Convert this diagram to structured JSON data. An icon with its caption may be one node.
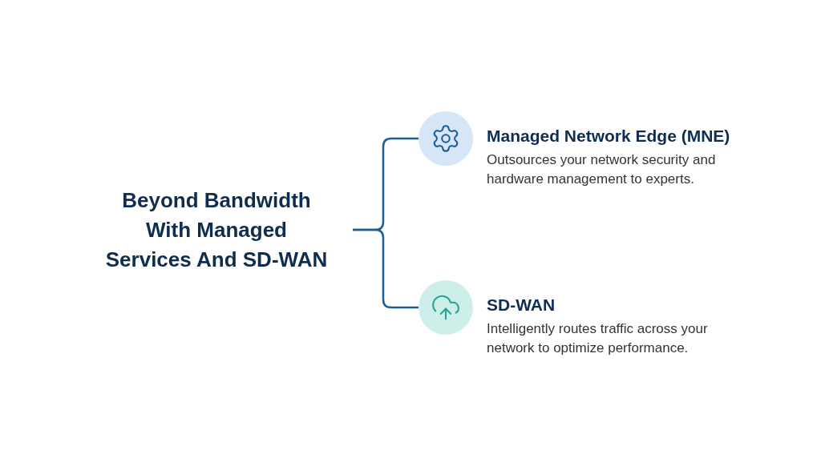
{
  "diagram": {
    "nodes": [
      {
        "text": [
          "Beyond Bandwidth With Managed Services And SD-WAN"
        ]
      },
      {
        "text": [],
        "shape": "circle",
        "beside": [
          "Managed Network Edge (MNE)",
          "Outsources your network security and hardware management to experts."
        ]
      },
      {
        "text": [],
        "shape": "circle",
        "beside": [
          "SD-WAN",
          "Intelligently routes traffic across your network to optimize performance."
        ]
      }
    ],
    "edges": [
      {
        "from": 0,
        "to": 1,
        "arrow": "none"
      },
      {
        "from": 0,
        "to": 2,
        "arrow": "none"
      }
    ]
  }
}
